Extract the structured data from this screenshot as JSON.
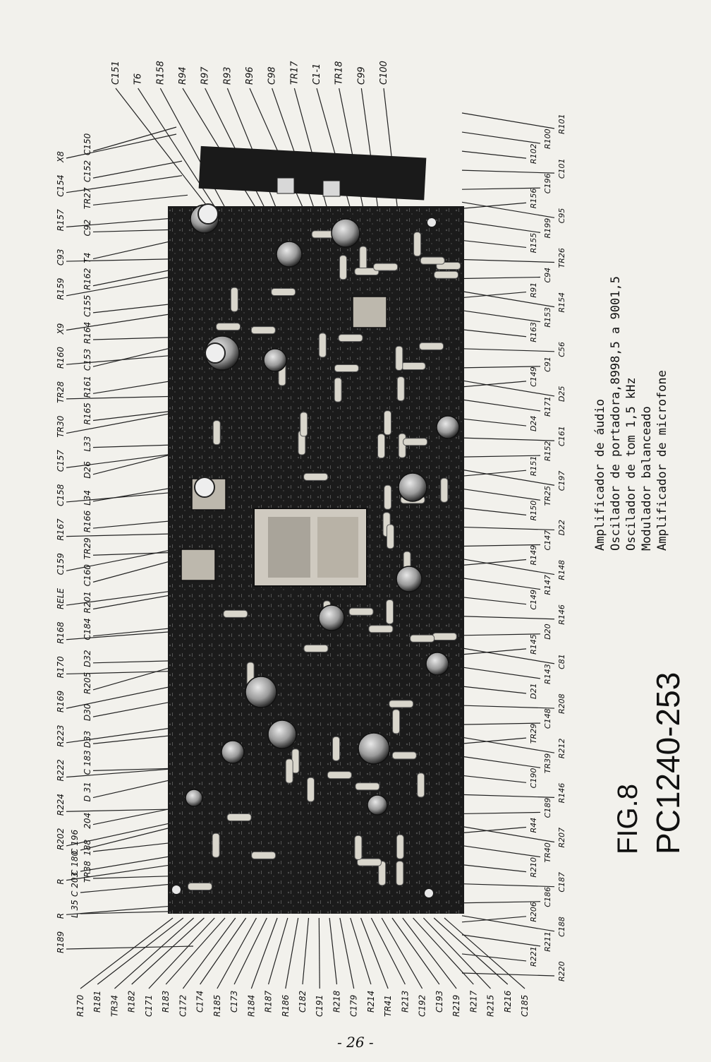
{
  "captions": [
    "Amplificador de áudio",
    "Oscilador de portadora,8998,5 a 9001,5",
    "Oscilador de tom 1,5 kHz",
    "Modulador balanceado",
    "Amplificador de microfone"
  ],
  "figure_label": "FIG.8",
  "model_label": "PC1240-253",
  "page_number": "- 26 -",
  "labels_top": [
    "C151",
    "T6",
    "R158",
    "R94",
    "R97",
    "R93",
    "R96",
    "C98",
    "TR17",
    "C1-1",
    "TR18",
    "C99",
    "C100"
  ],
  "labels_left_row1": [
    "X8",
    "C154",
    "R157",
    "C93",
    "R159",
    "X9",
    "R160",
    "TR28",
    "TR30",
    "C157",
    "C158",
    "R167",
    "C159",
    "RELE",
    "R168",
    "R170",
    "R169",
    "R223",
    "R222",
    "R224",
    "R202",
    "R",
    "R",
    "R189"
  ],
  "labels_left_row2": [
    "C150",
    "C152",
    "TR27",
    "C92",
    "T4",
    "R162",
    "C155",
    "R164",
    "C153",
    "R161",
    "R165",
    "L33",
    "D26",
    "L34",
    "R166",
    "TR29",
    "C160",
    "R201",
    "C184",
    "D32",
    "R205",
    "D30",
    "D33",
    "C 183",
    "D 31",
    "204",
    "188",
    "TR38"
  ],
  "labels_left_row3": [
    "C 196",
    "C 180",
    "C 203",
    "L 35"
  ],
  "labels_right_row1": [
    "R101",
    "R100",
    "R102",
    "C101",
    "C196",
    "R156",
    "C95",
    "R199",
    "R155",
    "TR26",
    "C94",
    "R91",
    "R154",
    "R153",
    "R163",
    "C56",
    "C91",
    "C149",
    "D25",
    "R171",
    "D24",
    "C161",
    "R152",
    "R151",
    "C197",
    "TR25",
    "R150",
    "D22",
    "C147",
    "R149",
    "R148",
    "R147",
    "C149",
    "R146",
    "D20",
    "R145",
    "C81",
    "R143",
    "D21",
    "R208",
    "C148",
    "TR29",
    "R212",
    "TR39",
    "C190",
    "R146",
    "C189",
    "R44",
    "R207",
    "TR40",
    "R210",
    "C187",
    "C186",
    "R206",
    "C188",
    "R211",
    "R221",
    "R220"
  ],
  "labels_bottom": [
    "R170",
    "R181",
    "TR34",
    "R182",
    "C171",
    "R183",
    "C172",
    "C174",
    "R185",
    "C173",
    "R184",
    "R187",
    "R186",
    "C182",
    "C191",
    "R218",
    "C179",
    "R214",
    "TR41",
    "R213",
    "C192",
    "C193",
    "R219",
    "R217",
    "R215",
    "R216",
    "C185"
  ]
}
